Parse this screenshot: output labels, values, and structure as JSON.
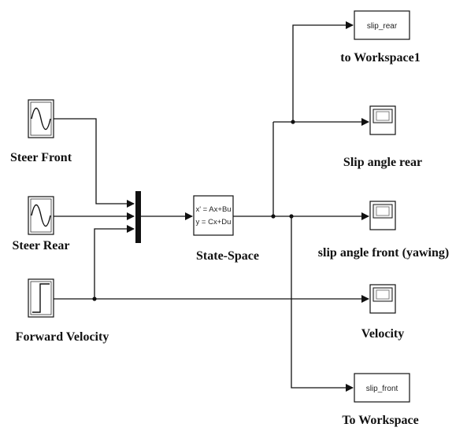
{
  "blocks": {
    "steer_front": {
      "label": "Steer Front",
      "icon": "sine-wave-icon"
    },
    "steer_rear": {
      "label": "Steer Rear",
      "icon": "sine-wave-icon"
    },
    "forward_velocity": {
      "label": "Forward Velocity",
      "icon": "step-icon"
    },
    "mux": {
      "icon": "mux-bar-icon"
    },
    "state_space": {
      "label": "State-Space",
      "eq_line1": "x' = Ax+Bu",
      "eq_line2": "y = Cx+Du"
    },
    "to_workspace1": {
      "label": "to Workspace1",
      "var": "slip_rear"
    },
    "scope_slip_rear": {
      "label": "Slip angle rear",
      "icon": "scope-icon"
    },
    "scope_slip_front": {
      "label": "slip angle front (yawing)",
      "icon": "scope-icon"
    },
    "scope_velocity": {
      "label": "Velocity",
      "icon": "scope-icon"
    },
    "to_workspace": {
      "label": "To Workspace",
      "var": "slip_front"
    }
  },
  "colors": {
    "line": "#111111",
    "block_border": "#111111",
    "block_fill": "#ffffff",
    "scope_screen": "#f4f4f4"
  }
}
